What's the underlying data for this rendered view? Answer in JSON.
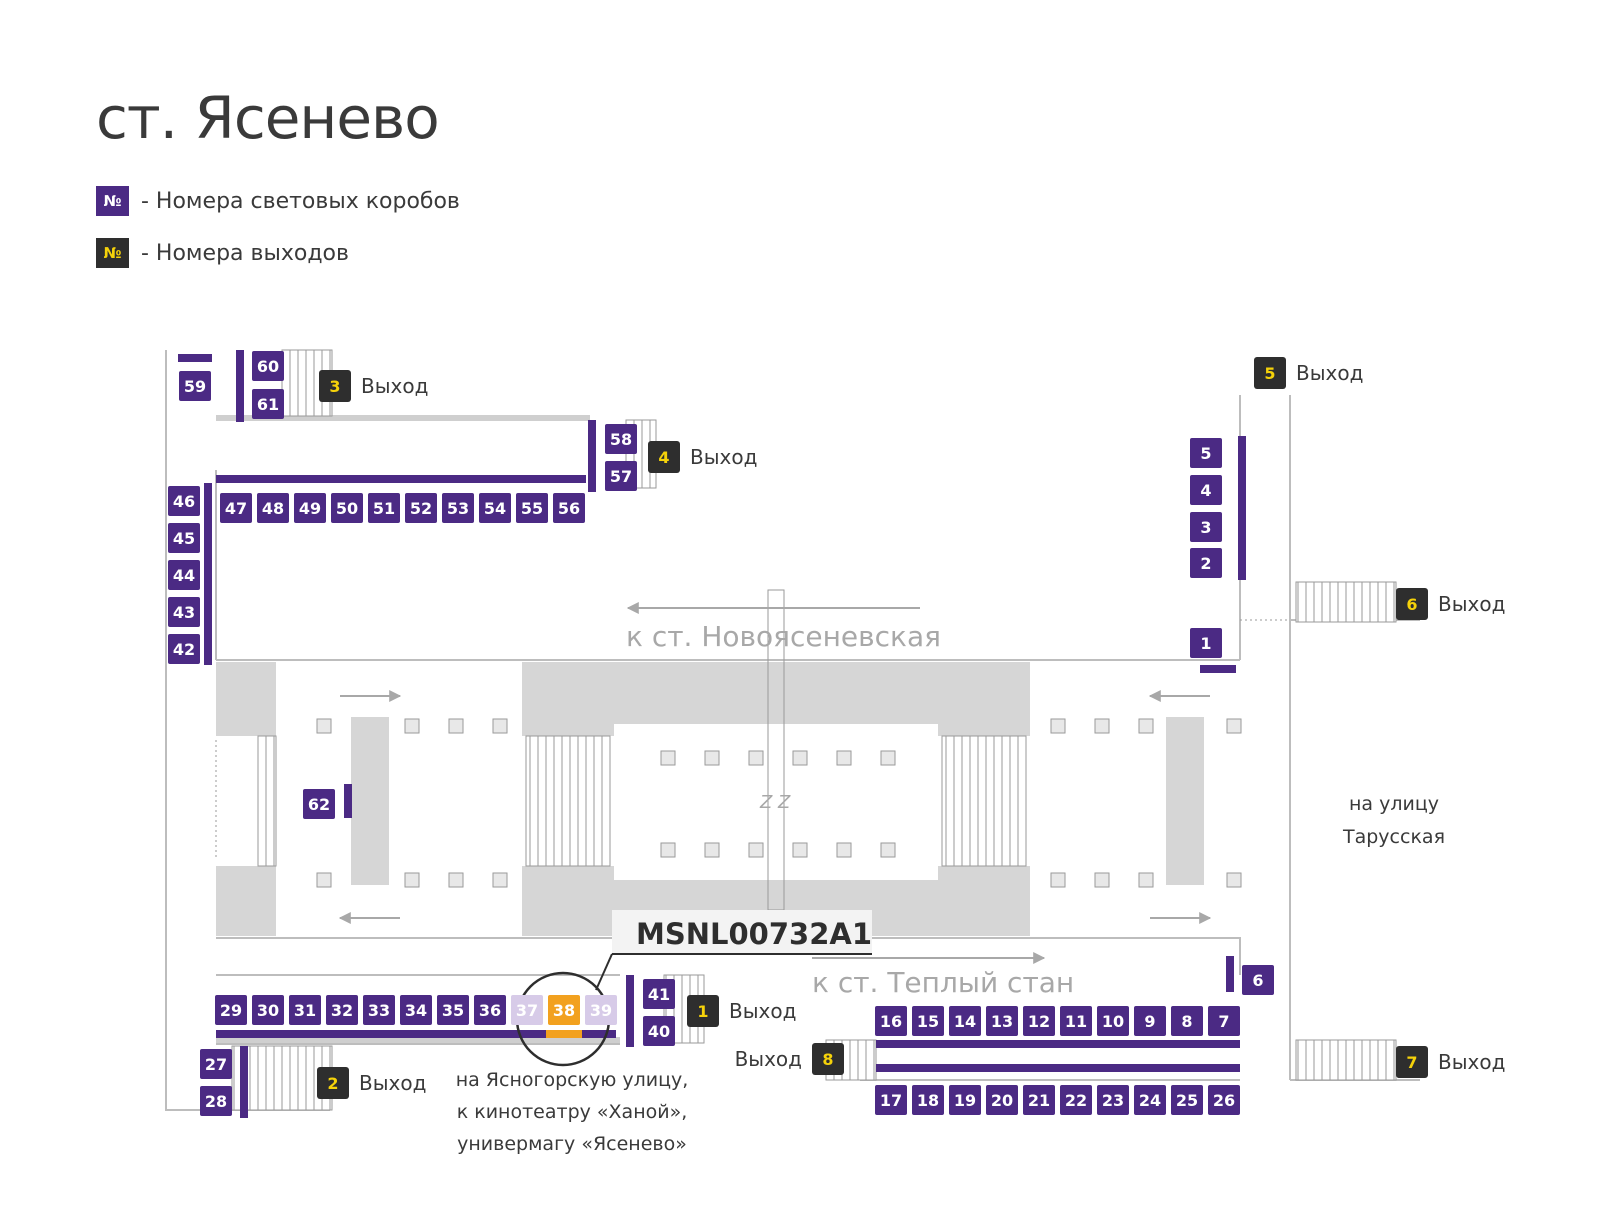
{
  "title": "ст. Ясенево",
  "legend": {
    "box_symbol": "№",
    "boxes_label": "- Номера световых коробов",
    "exits_label": "- Номера выходов"
  },
  "colors": {
    "box": "#4b2a84",
    "box_faded": "#d7cbe8",
    "highlight": "#f2a11f",
    "exit_bg": "#2e2e2e",
    "exit_num": "#f5d20a",
    "line": "#bdbdbd",
    "block": "#d6d6d6"
  },
  "directions": {
    "north": "к ст. Новоясеневская",
    "south": "к ст. Теплый стан"
  },
  "street_right": [
    "на улицу",
    "Тарусская"
  ],
  "street_bottom": [
    "на Ясногорскую улицу,",
    "к кинотеатру «Ханой»,",
    "универмагу «Ясенево»"
  ],
  "callout": "MSNL00732A1",
  "highlighted_box": "38",
  "faded_boxes": [
    "37",
    "39"
  ],
  "exit_word": "Выход",
  "exits": [
    "1",
    "2",
    "3",
    "4",
    "5",
    "6",
    "7",
    "8"
  ],
  "boxes": [
    "1",
    "2",
    "3",
    "4",
    "5",
    "6",
    "7",
    "8",
    "9",
    "10",
    "11",
    "12",
    "13",
    "14",
    "15",
    "16",
    "17",
    "18",
    "19",
    "20",
    "21",
    "22",
    "23",
    "24",
    "25",
    "26",
    "27",
    "28",
    "29",
    "30",
    "31",
    "32",
    "33",
    "34",
    "35",
    "36",
    "37",
    "38",
    "39",
    "40",
    "41",
    "42",
    "43",
    "44",
    "45",
    "46",
    "47",
    "48",
    "49",
    "50",
    "51",
    "52",
    "53",
    "54",
    "55",
    "56",
    "57",
    "58",
    "59",
    "60",
    "61",
    "62"
  ],
  "zz_mark": "Z Z"
}
